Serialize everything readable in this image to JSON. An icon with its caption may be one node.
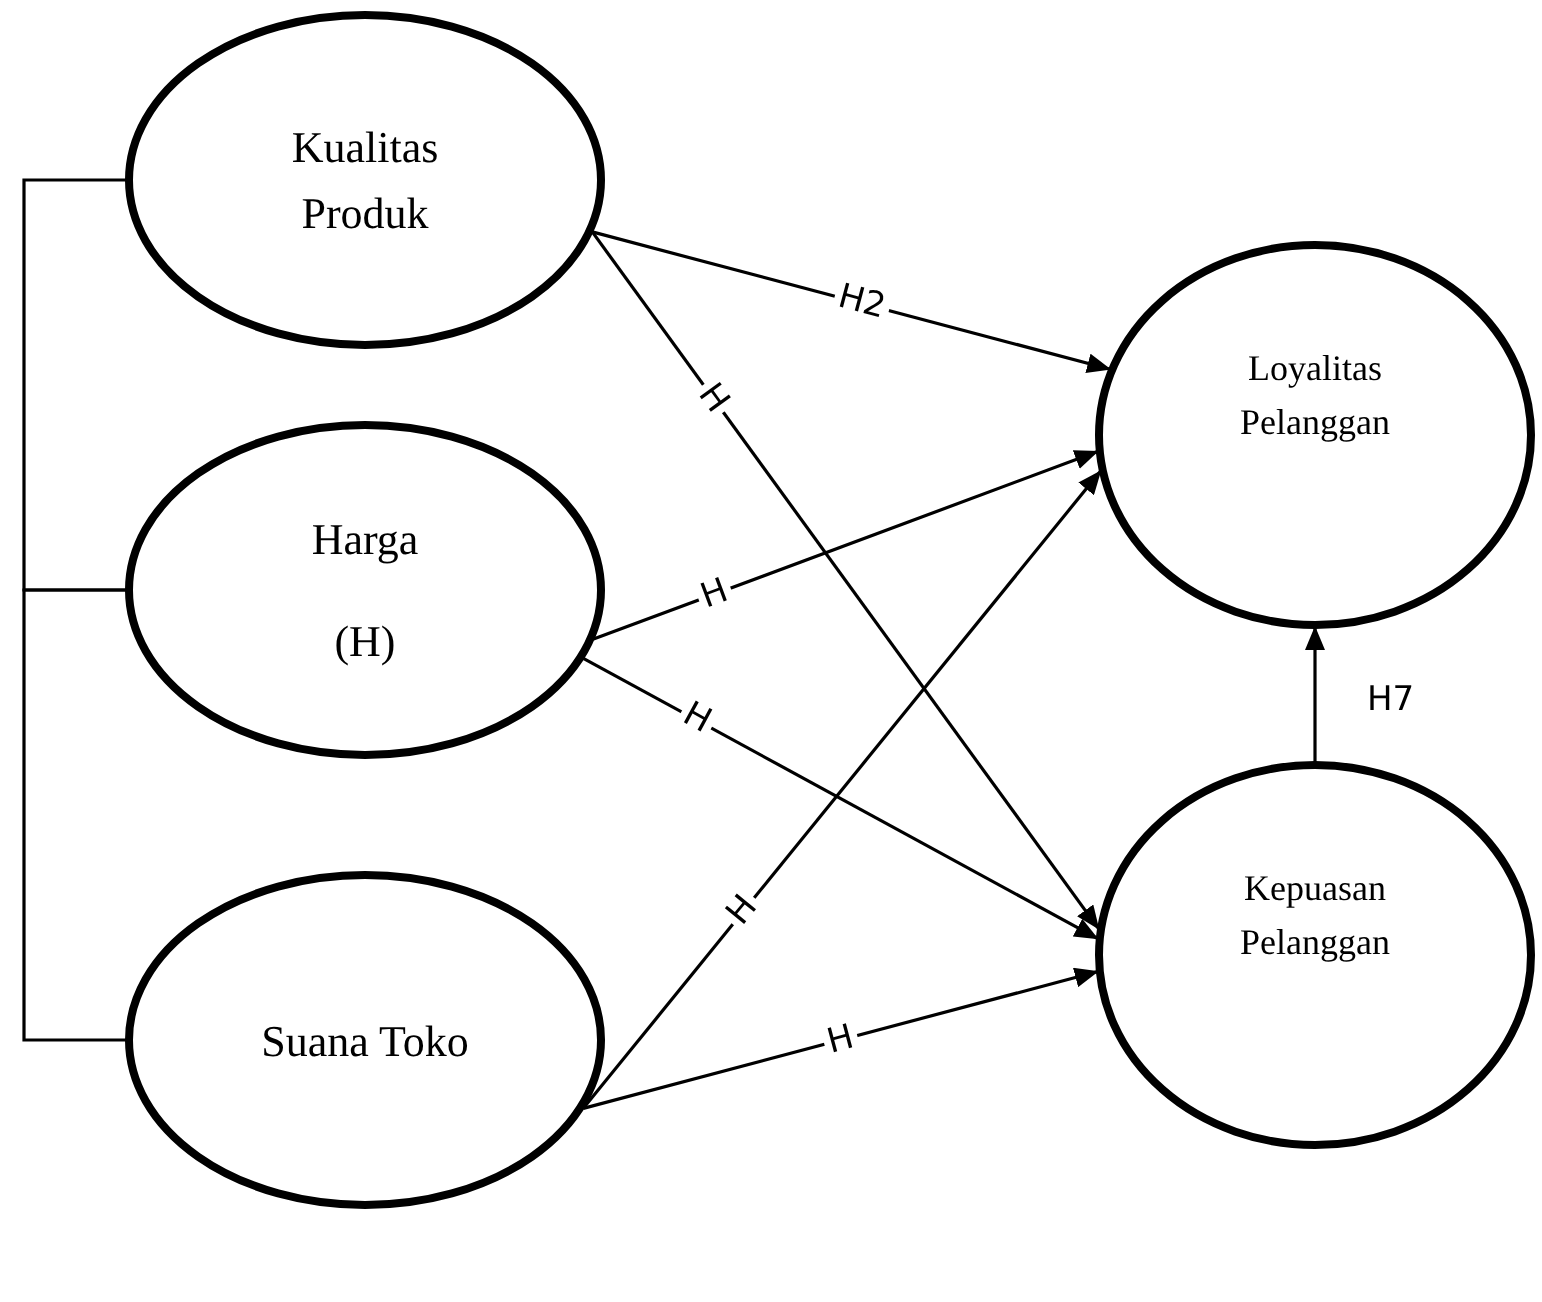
{
  "diagram": {
    "nodes": [
      {
        "text": [
          "Kualitas Produk"
        ]
      },
      {
        "text": [
          "Harga",
          "(H)"
        ]
      },
      {
        "text": [
          "Suana Toko"
        ]
      },
      {
        "text": [
          "Loyalitas Pelanggan"
        ]
      },
      {
        "text": [
          "Kepuasan Pelanggan"
        ]
      }
    ],
    "edges": [
      {
        "from": 0,
        "to": 1,
        "arrow": "none"
      },
      {
        "from": 1,
        "to": 2,
        "arrow": "none"
      },
      {
        "from": 0,
        "to": 3,
        "arrow": "to",
        "label": "H2"
      },
      {
        "from": 0,
        "to": 4,
        "arrow": "to",
        "label": "H"
      },
      {
        "from": 1,
        "to": 3,
        "arrow": "to",
        "label": "H"
      },
      {
        "from": 1,
        "to": 4,
        "arrow": "to",
        "label": "H"
      },
      {
        "from": 2,
        "to": 3,
        "arrow": "to",
        "label": "H"
      },
      {
        "from": 2,
        "to": 4,
        "arrow": "to",
        "label": "H"
      },
      {
        "from": 4,
        "to": 3,
        "arrow": "to",
        "label": "H7"
      }
    ]
  }
}
